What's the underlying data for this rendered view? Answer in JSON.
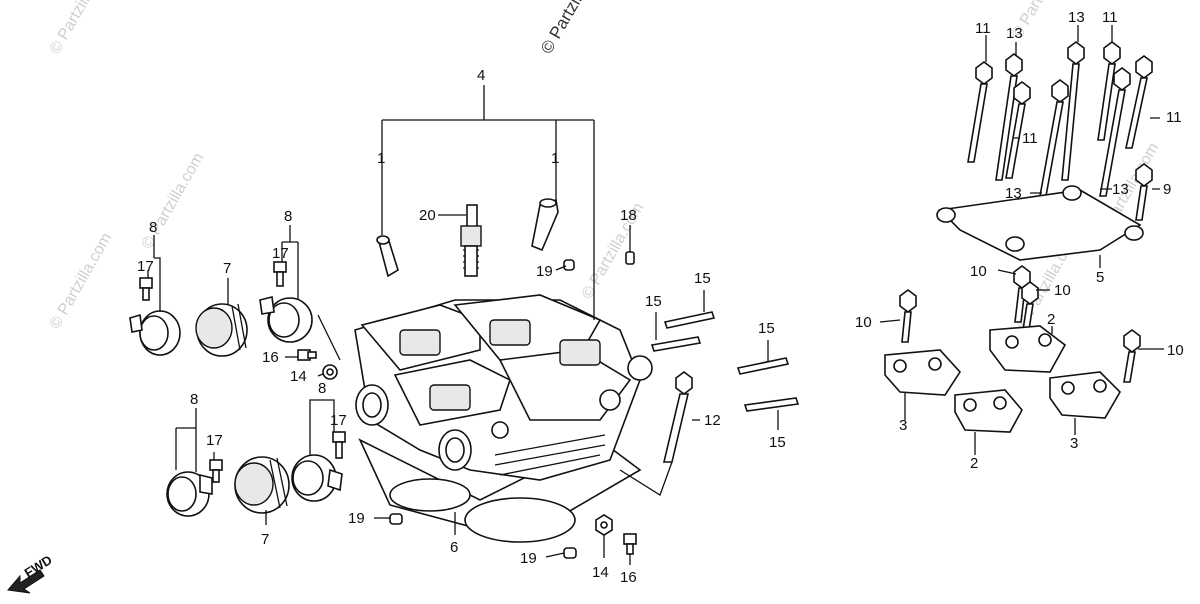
{
  "watermark": "© Partzilla.com",
  "fwd_label": "FWD",
  "callouts": [
    {
      "id": "c4",
      "text": "4"
    },
    {
      "id": "c1a",
      "text": "1"
    },
    {
      "id": "c1b",
      "text": "1"
    },
    {
      "id": "c20",
      "text": "20"
    },
    {
      "id": "c18",
      "text": "18"
    },
    {
      "id": "c19a",
      "text": "19"
    },
    {
      "id": "c8a",
      "text": "8"
    },
    {
      "id": "c17a",
      "text": "17"
    },
    {
      "id": "c7a",
      "text": "7"
    },
    {
      "id": "c8b",
      "text": "8"
    },
    {
      "id": "c17b",
      "text": "17"
    },
    {
      "id": "c16a",
      "text": "16"
    },
    {
      "id": "c14a",
      "text": "14"
    },
    {
      "id": "c8c",
      "text": "8"
    },
    {
      "id": "c17c",
      "text": "17"
    },
    {
      "id": "c8d",
      "text": "8"
    },
    {
      "id": "c17d",
      "text": "17"
    },
    {
      "id": "c7b",
      "text": "7"
    },
    {
      "id": "c19b",
      "text": "19"
    },
    {
      "id": "c6",
      "text": "6"
    },
    {
      "id": "c19c",
      "text": "19"
    },
    {
      "id": "c14b",
      "text": "14"
    },
    {
      "id": "c16b",
      "text": "16"
    },
    {
      "id": "c15a",
      "text": "15"
    },
    {
      "id": "c15b",
      "text": "15"
    },
    {
      "id": "c15c",
      "text": "15"
    },
    {
      "id": "c15d",
      "text": "15"
    },
    {
      "id": "c12",
      "text": "12"
    },
    {
      "id": "c11a",
      "text": "11"
    },
    {
      "id": "c13a",
      "text": "13"
    },
    {
      "id": "c13b",
      "text": "13"
    },
    {
      "id": "c11b",
      "text": "11"
    },
    {
      "id": "c11c",
      "text": "11"
    },
    {
      "id": "c11d",
      "text": "11"
    },
    {
      "id": "c13c",
      "text": "13"
    },
    {
      "id": "c13d",
      "text": "13"
    },
    {
      "id": "c9",
      "text": "9"
    },
    {
      "id": "c5",
      "text": "5"
    },
    {
      "id": "c10a",
      "text": "10"
    },
    {
      "id": "c10b",
      "text": "10"
    },
    {
      "id": "c10c",
      "text": "10"
    },
    {
      "id": "c10d",
      "text": "10"
    },
    {
      "id": "c2a",
      "text": "2"
    },
    {
      "id": "c3a",
      "text": "3"
    },
    {
      "id": "c2b",
      "text": "2"
    },
    {
      "id": "c3b",
      "text": "3"
    }
  ]
}
